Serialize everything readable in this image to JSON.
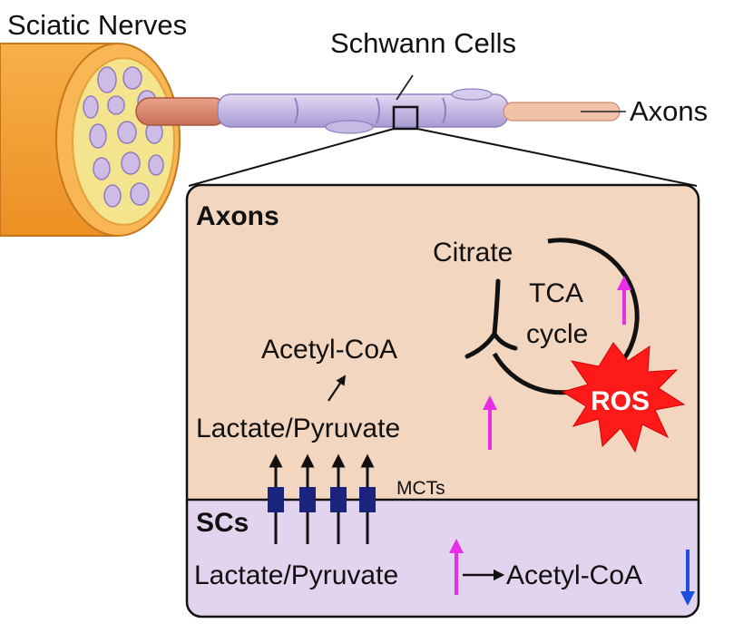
{
  "top_labels": {
    "sciatic_nerves": "Sciatic Nerves",
    "schwann_cells": "Schwann Cells",
    "axons": "Axons"
  },
  "axons_panel": {
    "title": "Axons",
    "citrate": "Citrate",
    "tca_line1": "TCA",
    "tca_line2": "cycle",
    "acetyl_coa": "Acetyl-CoA",
    "lactate_pyruvate": "Lactate/Pyruvate",
    "ros": "ROS",
    "mcts": "MCTs"
  },
  "scs_panel": {
    "title": "SCs",
    "lactate_pyruvate": "Lactate/Pyruvate",
    "acetyl_coa": "Acetyl-CoA"
  },
  "colors": {
    "axon_bg": "#f3d6c0",
    "sc_bg": "#e2d3ef",
    "nerve_orange": "#f6a53b",
    "sheath_lavender": "#c9bde6",
    "axon_core": "#d9826a",
    "increase_arrow": "#e62ee6",
    "decrease_arrow": "#1a4fe0",
    "ros_red": "#ff1a1a",
    "mct_blue": "#1a237e"
  }
}
